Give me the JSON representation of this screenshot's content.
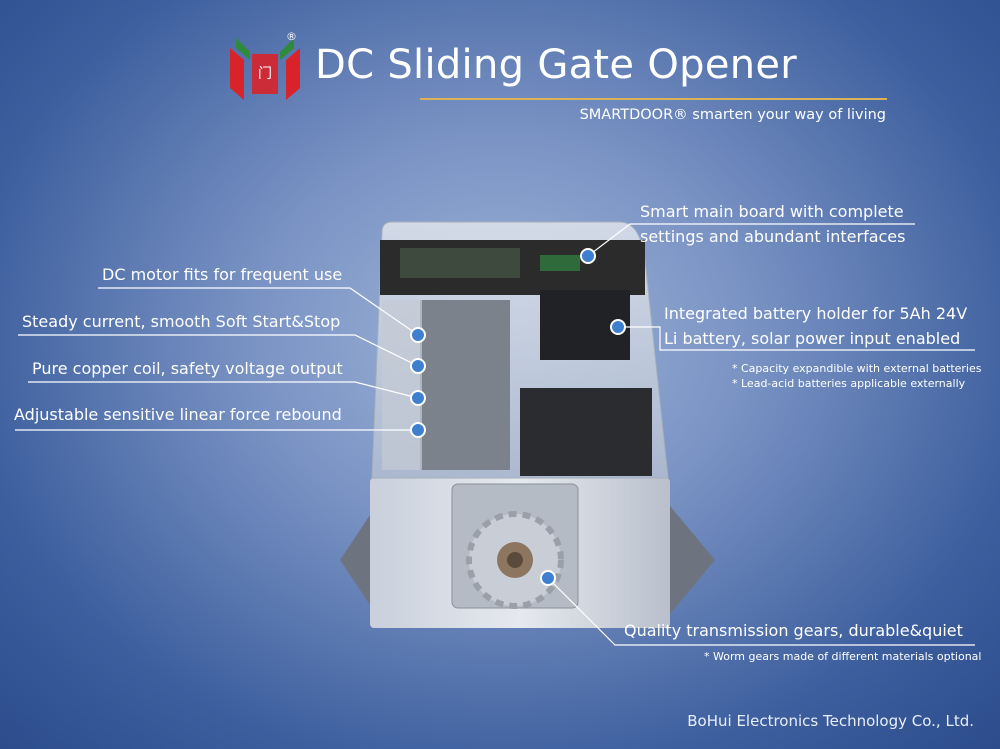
{
  "header": {
    "title": "DC Sliding Gate Opener",
    "registered_mark": "®",
    "tagline": "SMARTDOOR® smarten your way of living"
  },
  "callouts_left": [
    {
      "text": "DC motor fits for frequent use"
    },
    {
      "text": "Steady current, smooth Soft Start&Stop"
    },
    {
      "text": "Pure copper coil, safety voltage output"
    },
    {
      "text": "Adjustable sensitive linear force rebound"
    }
  ],
  "callouts_right": {
    "main_board": [
      "Smart main board with complete",
      "settings and abundant interfaces"
    ],
    "battery": [
      "Integrated battery holder for 5Ah 24V",
      "Li battery, solar power input enabled"
    ],
    "battery_notes": [
      "* Capacity expandible with external batteries",
      "* Lead-acid batteries applicable externally"
    ],
    "gears": "Quality transmission gears, durable&quiet",
    "gears_note": "* Worm gears made of different materials optional"
  },
  "footer": {
    "company": "BoHui Electronics Technology Co., Ltd."
  },
  "colors": {
    "accent_line": "#d9b25a",
    "marker_fill": "#3f7fd0",
    "logo_red": "#d8232a",
    "logo_green": "#2f8a3c"
  }
}
